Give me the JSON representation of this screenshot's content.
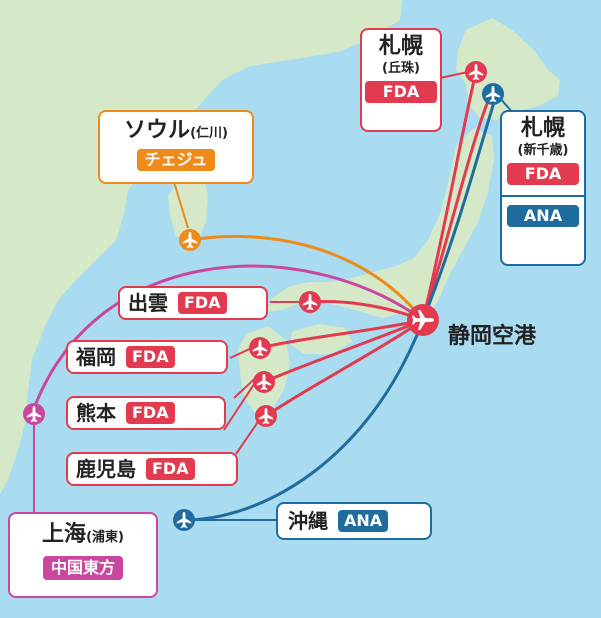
{
  "hub": {
    "name": "静岡空港"
  },
  "colors": {
    "fda": "#e23a4e",
    "ana": "#1f6c9e",
    "seoul": "#ee8b1a",
    "shanghai": "#c9479f"
  },
  "destinations": {
    "sapporo_okadama": {
      "name": "札幌",
      "sub": "(丘珠)",
      "airlines": [
        "FDA"
      ]
    },
    "sapporo_chitose": {
      "name": "札幌",
      "sub": "(新千歳)",
      "airlines": [
        "FDA",
        "ANA"
      ]
    },
    "seoul": {
      "name": "ソウル",
      "sub": "(仁川)",
      "airlines": [
        "チェジュ"
      ]
    },
    "izumo": {
      "name": "出雲",
      "airlines": [
        "FDA"
      ]
    },
    "fukuoka": {
      "name": "福岡",
      "airlines": [
        "FDA"
      ]
    },
    "kumamoto": {
      "name": "熊本",
      "airlines": [
        "FDA"
      ]
    },
    "kagoshima": {
      "name": "鹿児島",
      "airlines": [
        "FDA"
      ]
    },
    "okinawa": {
      "name": "沖縄",
      "airlines": [
        "ANA"
      ]
    },
    "shanghai": {
      "name": "上海",
      "sub": "(浦東)",
      "airlines": [
        "中国東方"
      ]
    }
  }
}
